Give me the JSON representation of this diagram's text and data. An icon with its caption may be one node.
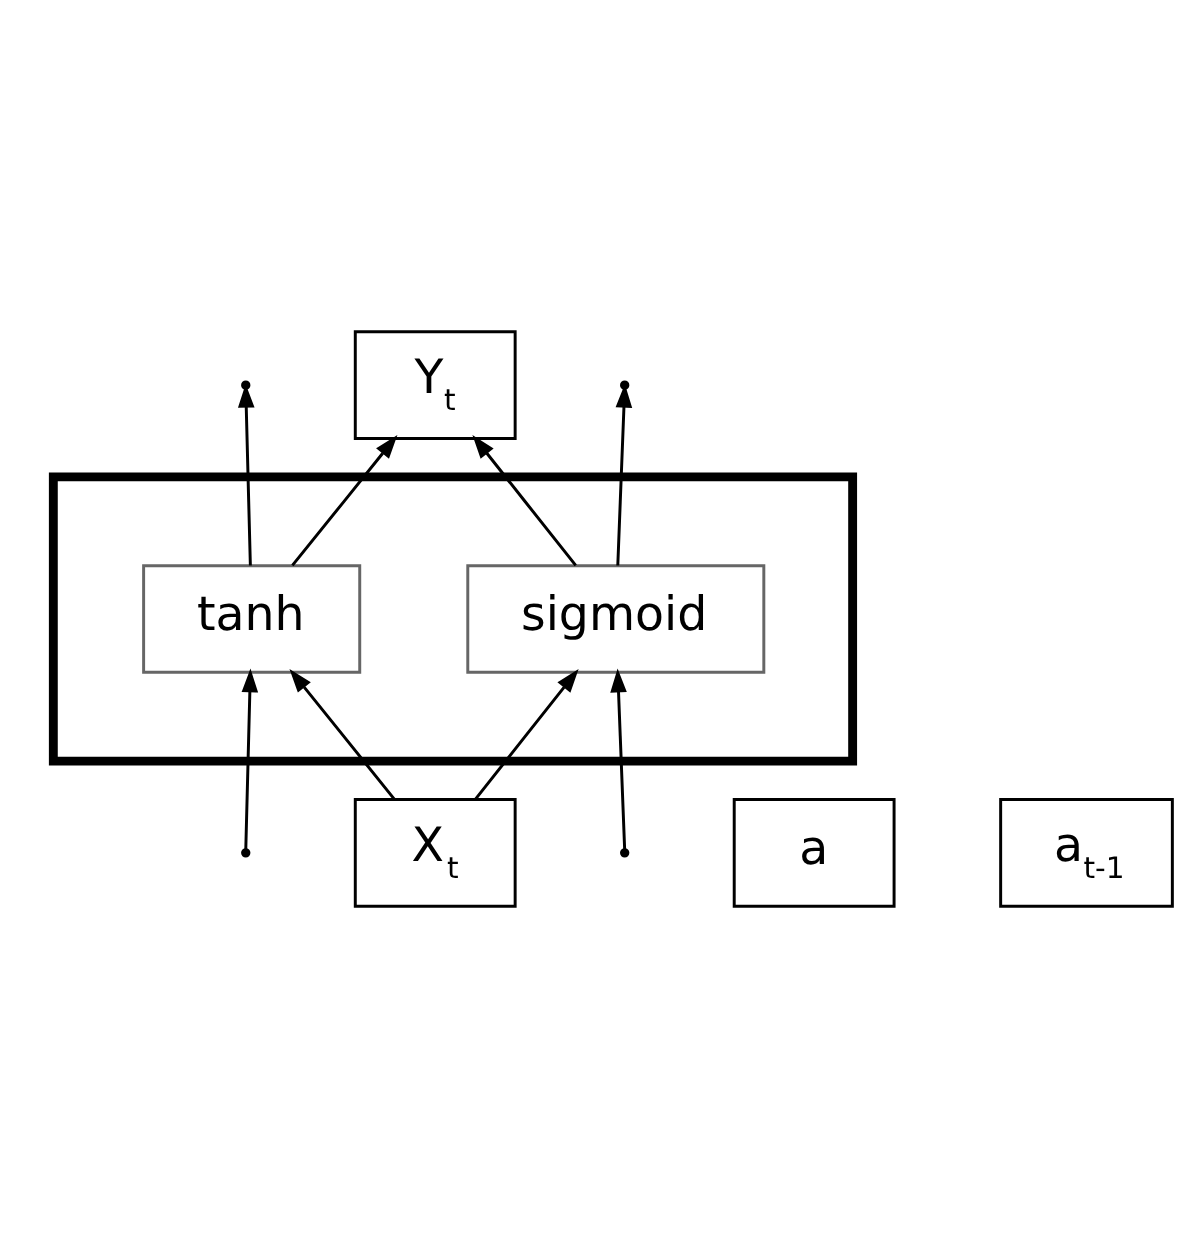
{
  "diagram": {
    "nodes": [
      {
        "text": [
          "Y$_{t}$"
        ]
      },
      {
        "text": [
          "a"
        ]
      },
      {
        "text": [
          "a$_{t-1}$"
        ]
      },
      {
        "text": [],
        "shape": "box"
      },
      {
        "text": [
          "tanh"
        ],
        "in": 3
      },
      {
        "text": [
          "sigmoid"
        ],
        "in": 3
      },
      {
        "text": [
          "X$_{t}$"
        ]
      }
    ],
    "edges": [
      {
        "from": 4,
        "to": 0,
        "arrow": "to"
      },
      {
        "from": 5,
        "to": 0,
        "arrow": "to"
      },
      {
        "from": 4,
        "to": null,
        "arrow": "to"
      },
      {
        "from": 5,
        "to": null,
        "arrow": "to"
      },
      {
        "from": null,
        "to": 4,
        "arrow": "to"
      },
      {
        "from": null,
        "to": 5,
        "arrow": "to"
      },
      {
        "from": 6,
        "to": 4,
        "arrow": "to"
      },
      {
        "from": 6,
        "to": 5,
        "arrow": "to"
      }
    ]
  }
}
